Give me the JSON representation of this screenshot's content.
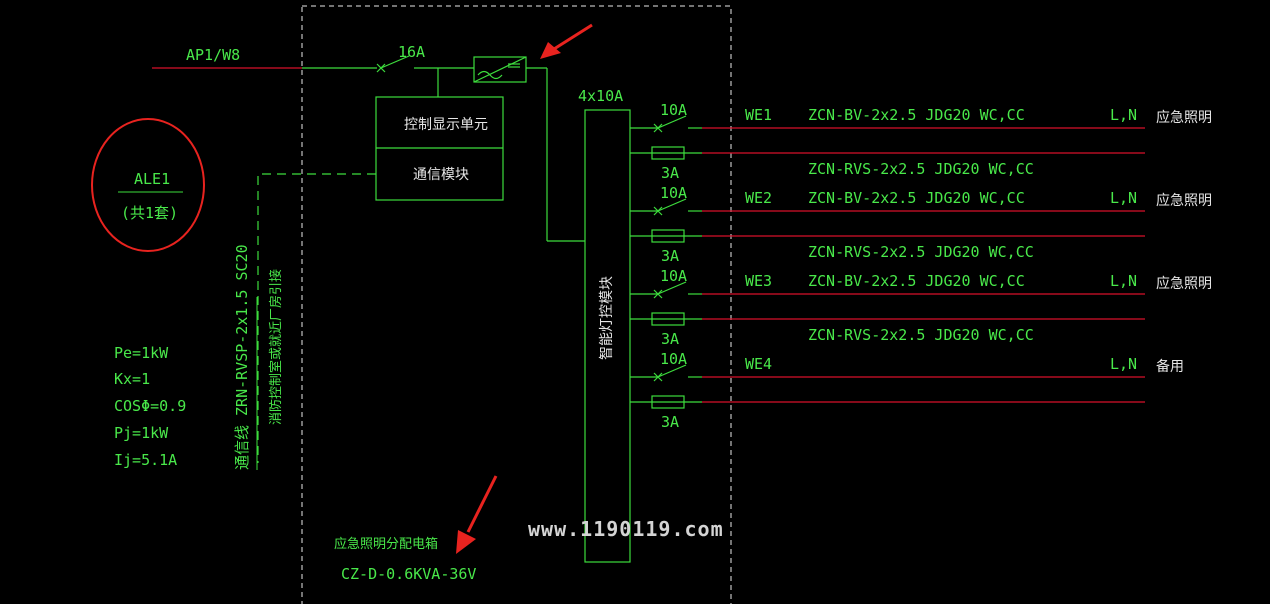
{
  "colors": {
    "background": "#000000",
    "green_line": "#3ddc3d",
    "red_line": "#d6102a",
    "red_annotation": "#e8231f",
    "text_green": "#49e84a",
    "text_white": "#e6e6e6"
  },
  "incoming": {
    "label": "AP1/W8",
    "breaker_rating": "16A"
  },
  "control_unit": {
    "display_label": "控制显示单元",
    "comm_label": "通信模块"
  },
  "bus_rating": "4x10A",
  "bus_module_label": "智能灯控模块",
  "circuit_id": {
    "name": "ALE1",
    "sub": "(共1套)"
  },
  "comm_cable": {
    "spec": "通信线 ZRN-RVSP-2x1.5 SC20",
    "note": "消防控制室或就近厂房引接"
  },
  "params": [
    "Pe=1kW",
    "Kx=1",
    "COSΦ=0.9",
    "Pj=1kW",
    "Ij=5.1A"
  ],
  "panel": {
    "name": "应急照明分配电箱",
    "model": "CZ-D-0.6KVA-36V"
  },
  "circuits": [
    {
      "breaker": "10A",
      "fuse": "3A",
      "id": "WE1",
      "cable": "ZCN-BV-2x2.5 JDG20 WC,CC",
      "aux_cable": "ZCN-RVS-2x2.5 JDG20 WC,CC",
      "phase": "L,N",
      "use": "应急照明"
    },
    {
      "breaker": "10A",
      "fuse": "3A",
      "id": "WE2",
      "cable": "ZCN-BV-2x2.5 JDG20 WC,CC",
      "aux_cable": "ZCN-RVS-2x2.5 JDG20 WC,CC",
      "phase": "L,N",
      "use": "应急照明"
    },
    {
      "breaker": "10A",
      "fuse": "3A",
      "id": "WE3",
      "cable": "ZCN-BV-2x2.5 JDG20 WC,CC",
      "aux_cable": "ZCN-RVS-2x2.5 JDG20 WC,CC",
      "phase": "L,N",
      "use": "应急照明"
    },
    {
      "breaker": "10A",
      "fuse": "3A",
      "id": "WE4",
      "cable": "",
      "aux_cable": "",
      "phase": "L,N",
      "use": "备用"
    }
  ],
  "watermark": "www.1190119.com"
}
